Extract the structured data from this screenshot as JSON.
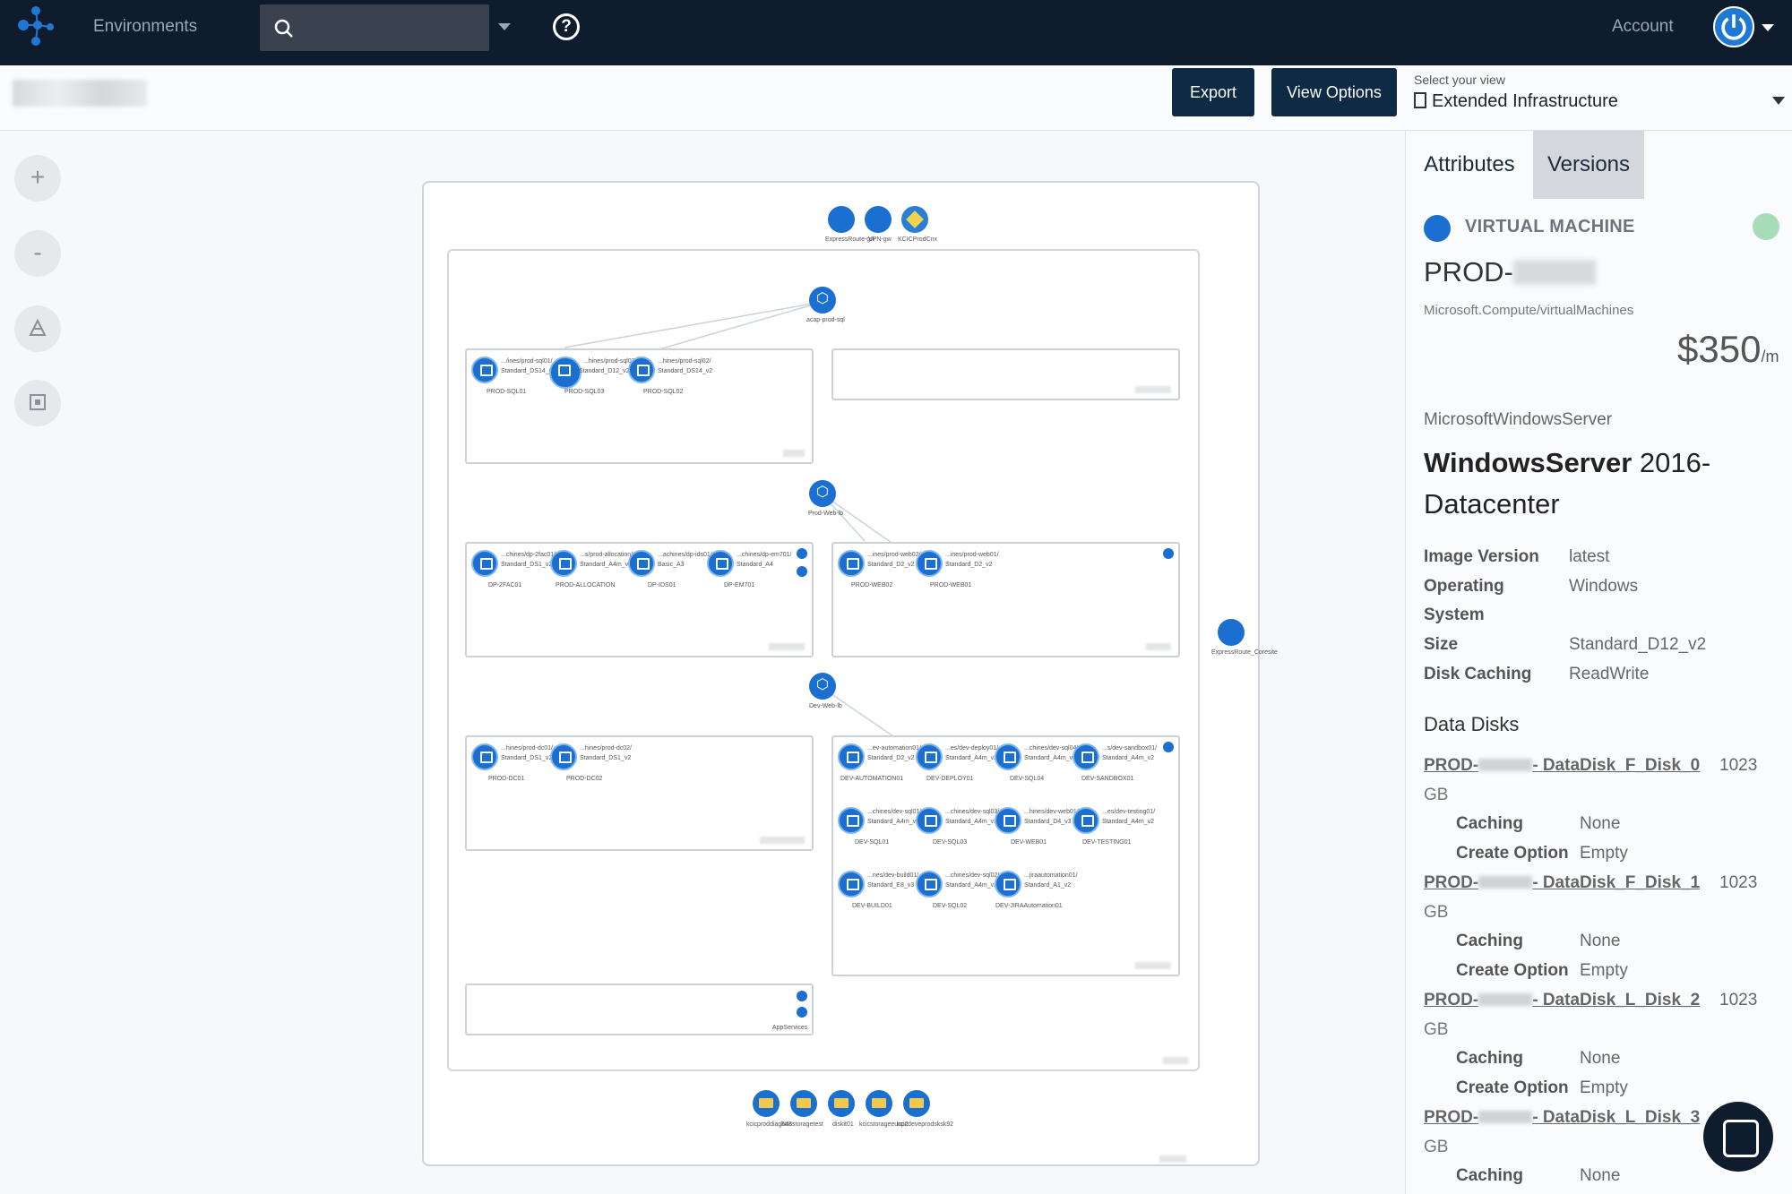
{
  "topbar": {
    "environments_label": "Environments",
    "search_placeholder": "",
    "account_label": "Account"
  },
  "toolbar": {
    "export_label": "Export",
    "view_options_label": "View Options",
    "select_view_label": "Select your view",
    "selected_view": "Extended Infrastructure"
  },
  "zoom": {
    "in": "+",
    "out": "-"
  },
  "diagram": {
    "gateways": [
      "ExpressRoute-gw",
      "VPN-gw",
      "KCICProdCnx"
    ],
    "lbs": [
      "acap-prod-sql",
      "Prod-Web-lb",
      "Dev-Web-lb"
    ],
    "express_core": "ExpressRoute_Coresite",
    "app_services": "AppServices",
    "sql_subnet": [
      {
        "label": "PROD-SQL01",
        "path": ".../ines/prod-sql01/",
        "size": "Standard_DS14_v2"
      },
      {
        "label": "PROD-SQL03",
        "path": "...hines/prod-sql03/",
        "size": "Standard_D12_v2"
      },
      {
        "label": "PROD-SQL02",
        "path": "...hines/prod-sql02/",
        "size": "Standard_DS14_v2"
      }
    ],
    "app_subnet": [
      {
        "label": "DP-2FAC01",
        "path": "...chines/dp-2fac01/",
        "size": "Standard_DS1_v2"
      },
      {
        "label": "PROD-ALLOCATION",
        "path": "...s/prod-allocation/",
        "size": "Standard_A4m_v2"
      },
      {
        "label": "DP-IDS01",
        "path": "...achines/dp-ids01/",
        "size": "Basic_A3"
      },
      {
        "label": "DP-EM701",
        "path": "...chines/dp-em701/",
        "size": "Standard_A4"
      }
    ],
    "web_subnet": [
      {
        "label": "PROD-WEB02",
        "path": "...ines/prod-web02/",
        "size": "Standard_D2_v2"
      },
      {
        "label": "PROD-WEB01",
        "path": "...ines/prod-web01/",
        "size": "Standard_D2_v2"
      }
    ],
    "dc_subnet": [
      {
        "label": "PROD-DC01",
        "path": "...hines/prod-dc01/",
        "size": "Standard_DS1_v2"
      },
      {
        "label": "PROD-DC02",
        "path": "...hines/prod-dc02/",
        "size": "Standard_DS1_v2"
      }
    ],
    "dev_subnet": [
      {
        "label": "DEV-AUTOMATION01",
        "path": "...ev-automation01/",
        "size": "Standard_D2_v2"
      },
      {
        "label": "DEV-DEPLOY01",
        "path": "...es/dev-deploy01/",
        "size": "Standard_A4m_v2"
      },
      {
        "label": "DEV-SQL04",
        "path": "...chines/dev-sql04/",
        "size": "Standard_A4m_v2"
      },
      {
        "label": "DEV-SANDBOX01",
        "path": "...s/dev-sandbox01/",
        "size": "Standard_A4m_v2"
      },
      {
        "label": "DEV-SQL01",
        "path": "...chines/dev-sql01/",
        "size": "Standard_A4m_v2"
      },
      {
        "label": "DEV-SQL03",
        "path": "...chines/dev-sql03/",
        "size": "Standard_A4m_v2"
      },
      {
        "label": "DEV-WEB01",
        "path": "...hines/dev-web01/",
        "size": "Standard_D4_v3"
      },
      {
        "label": "DEV-TESTING01",
        "path": "...es/dev-testing01/",
        "size": "Standard_A4m_v2"
      },
      {
        "label": "DEV-BUILD01",
        "path": "...nes/dev-build01/",
        "size": "Standard_E8_v3"
      },
      {
        "label": "DEV-SQL02",
        "path": "...chines/dev-sql02/",
        "size": "Standard_A4m_v2"
      },
      {
        "label": "DEV-JIRAAutomation01",
        "path": "...jiraautomation01/",
        "size": "Standard_A1_v2"
      }
    ],
    "storage": [
      "kcicproddiag543",
      "kcicstoragetest",
      "diskit01",
      "kcicstorageeusp2",
      "kcicdeveprodsksk92"
    ]
  },
  "panel": {
    "tabs": [
      "Attributes",
      "Versions"
    ],
    "resource_type": "VIRTUAL MACHINE",
    "name_prefix": "PROD-",
    "provider": "Microsoft.Compute/virtualMachines",
    "price": "$350",
    "price_unit": "/m",
    "publisher": "MicrosoftWindowsServer",
    "os_bold": "WindowsServer",
    "os_rest": " 2016-Datacenter",
    "attributes": [
      {
        "key": "Image Version",
        "value": "latest"
      },
      {
        "key": "Operating System",
        "value": "Windows"
      },
      {
        "key": "Size",
        "value": "Standard_D12_v2"
      },
      {
        "key": "Disk Caching",
        "value": "ReadWrite"
      }
    ],
    "data_disks_title": "Data Disks",
    "disks": [
      {
        "prefix": "PROD-",
        "suffix": "- DataDisk_F_Disk_0",
        "size": "1023",
        "unit": "GB",
        "caching": "None",
        "create_option": "Empty"
      },
      {
        "prefix": "PROD-",
        "suffix": "- DataDisk_F_Disk_1",
        "size": "1023",
        "unit": "GB",
        "caching": "None",
        "create_option": "Empty"
      },
      {
        "prefix": "PROD-",
        "suffix": "- DataDisk_L_Disk_2",
        "size": "1023",
        "unit": "GB",
        "caching": "None",
        "create_option": "Empty"
      },
      {
        "prefix": "PROD-",
        "suffix": "- DataDisk_L_Disk_3",
        "size": "",
        "unit": "GB",
        "caching": "None",
        "create_option": ""
      }
    ],
    "caching_label": "Caching",
    "create_option_label": "Create Option"
  }
}
